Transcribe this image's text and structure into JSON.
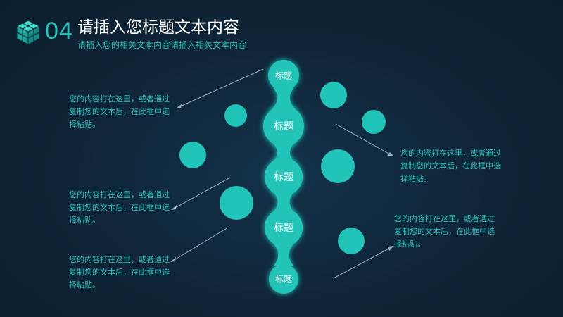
{
  "header": {
    "number": "04",
    "title": "请插入您标题文本内容",
    "subtitle": "请插入您的相关文本内容请插入相关文本内容"
  },
  "nodes": [
    {
      "label": "标题"
    },
    {
      "label": "标题"
    },
    {
      "label": "标题"
    },
    {
      "label": "标题"
    },
    {
      "label": "标题"
    }
  ],
  "callouts": [
    {
      "text": "您的内容打在这里，或者通过复制您的文本后，在此框中选择粘贴。"
    },
    {
      "text": "您的内容打在这里，或者通过复制您的文本后，在此框中选择粘贴。"
    },
    {
      "text": "您的内容打在这里，或者通过复制您的文本后，在此框中选择粘贴。"
    },
    {
      "text": "您的内容打在这里，或者通过复制您的文本后，在此框中选择粘贴。"
    },
    {
      "text": "您的内容打在这里，或者通过复制您的文本后，在此框中选择粘贴。"
    }
  ],
  "colors": {
    "background": "#0f2436",
    "accent": "#20c4b8",
    "text": "#27c1b6",
    "connector": "#9fb3c2"
  },
  "icons": {
    "logo": "cube-icon"
  }
}
